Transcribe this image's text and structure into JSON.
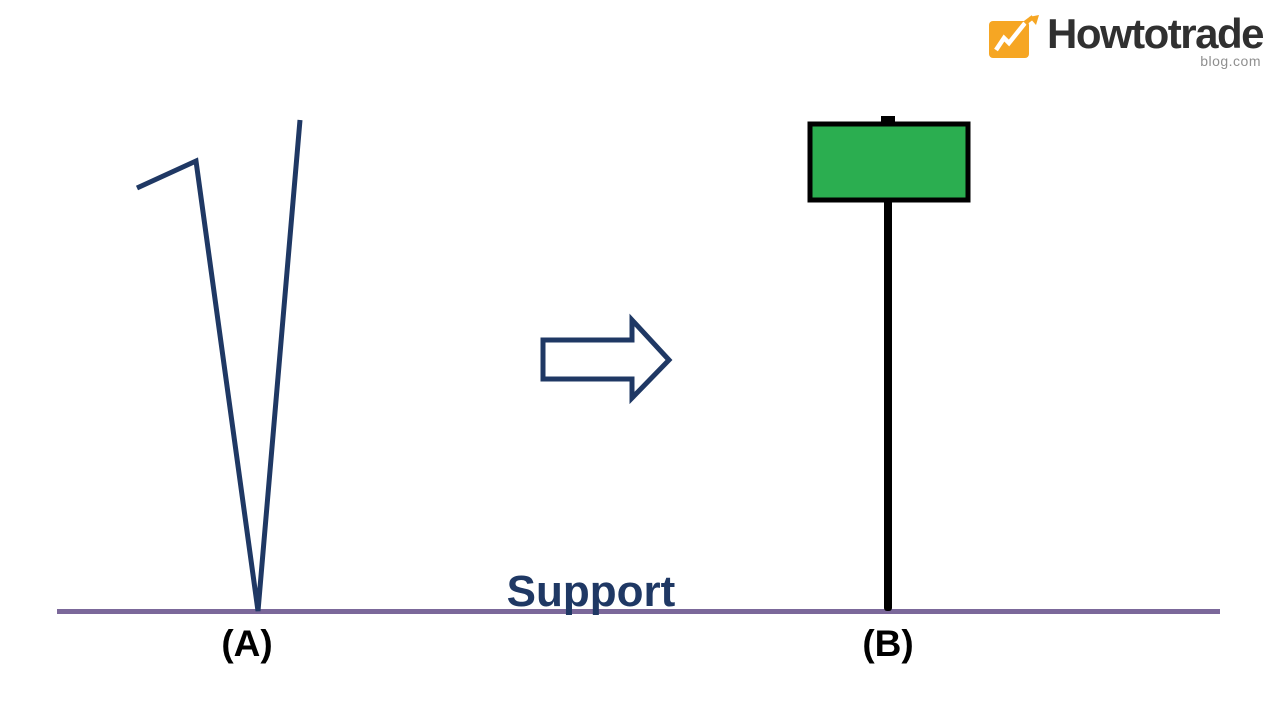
{
  "logo": {
    "brand": "Howtotrade",
    "domain": "blog.com"
  },
  "labels": {
    "support": "Support",
    "point_a": "(A)",
    "point_b": "(B)"
  },
  "colors": {
    "background": "#ffffff",
    "navy": "#1f3864",
    "support_line": "#7b689a",
    "candle_fill": "#2bae50",
    "candle_wick": "#000000",
    "arrow_fill": "#ffffff",
    "label_text": "#000000",
    "logo_orange": "#f6a623",
    "brand_text": "#303030",
    "domain_text": "#8f8f8f"
  }
}
